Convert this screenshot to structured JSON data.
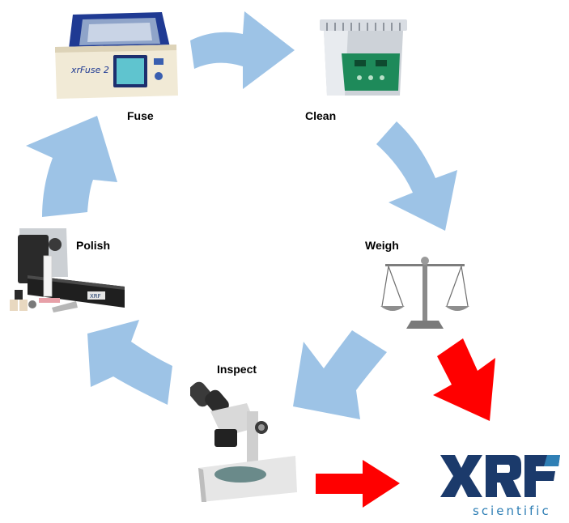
{
  "steps": [
    {
      "id": "fuse",
      "label": "Fuse",
      "icon": "fusion-machine-icon"
    },
    {
      "id": "clean",
      "label": "Clean",
      "icon": "ultrasonic-cleaner-icon"
    },
    {
      "id": "weigh",
      "label": "Weigh",
      "icon": "balance-scale-icon"
    },
    {
      "id": "inspect",
      "label": "Inspect",
      "icon": "microscope-icon"
    },
    {
      "id": "polish",
      "label": "Polish",
      "icon": "polishing-machine-icon"
    }
  ],
  "device_text": {
    "fuse_brand": "xrFuse 2",
    "polish_brand": "XRF"
  },
  "logo": {
    "mark": "XRF",
    "tagline": "scientific"
  },
  "colors": {
    "cycle_arrow": "#9dc3e6",
    "exit_arrow": "#ff0000",
    "logo_navy": "#1b3a6b",
    "logo_blue": "#2f7fb5"
  }
}
